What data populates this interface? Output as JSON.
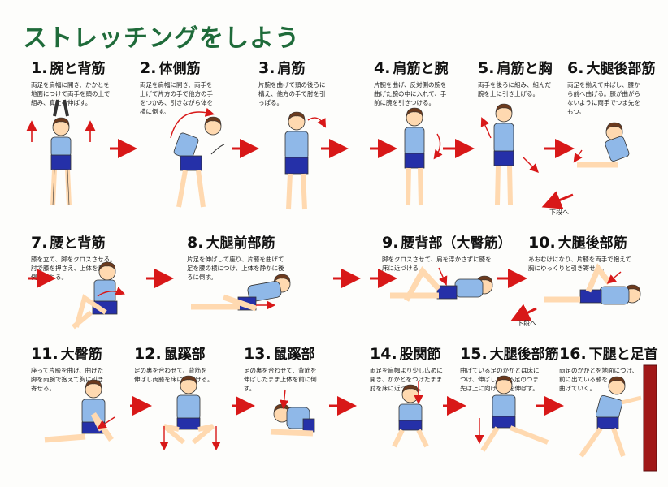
{
  "page_title": "ストレッチングをしよう",
  "colors": {
    "title": "#1f6b3a",
    "arrow": "#d81818",
    "shirt": "#8fb8e8",
    "shorts": "#2530a8",
    "skin": "#ffd9b0",
    "hair": "#6b3a1e",
    "bar": "#a01818"
  },
  "steps": [
    {
      "num": "1.",
      "label": "腕と背筋",
      "desc": [
        "両足を肩幅に開き、かかとを",
        "地面につけて両手を頭の上で",
        "組み、真上へ伸ばす。"
      ]
    },
    {
      "num": "2.",
      "label": "体側筋",
      "desc": [
        "両足を肩幅に開き、両手を",
        "上げて片方の手で他方の手",
        "をつかみ、引きながら体を",
        "横に倒す。"
      ]
    },
    {
      "num": "3.",
      "label": "肩筋",
      "desc": [
        "片腕を曲げて頭の後ろに",
        "構え、他方の手で肘を引",
        "っぱる。"
      ]
    },
    {
      "num": "4.",
      "label": "肩筋と腕",
      "desc": [
        "片腕を曲げ、反対側の腕を",
        "曲げた腕の中に入れて、手",
        "前に腕を引きつける。"
      ]
    },
    {
      "num": "5.",
      "label": "肩筋と胸",
      "desc": [
        "両手を後ろに組み、組んだ",
        "腕を上に引き上げる。"
      ]
    },
    {
      "num": "6.",
      "label": "大腿後部筋",
      "desc": [
        "両足を揃えて伸ばし、腰か",
        "ら前へ曲げる。膝が曲がら",
        "ないように両手でつま先を",
        "もつ。"
      ]
    },
    {
      "num": "7.",
      "label": "腰と背筋",
      "desc": [
        "膝を立て、脚をクロスさせる。",
        "肘で膝を押さえ、上体を反対",
        "側にひねる。"
      ]
    },
    {
      "num": "8.",
      "label": "大腿前部筋",
      "desc": [
        "片足を伸ばして座り、片膝を曲げて",
        "足を腰の横につけ、上体を静かに後",
        "ろに倒す。"
      ]
    },
    {
      "num": "9.",
      "label": "腰背部（大臀筋）",
      "desc": [
        "脚をクロスさせて、肩を浮かさずに膝を",
        "床に近づける。"
      ]
    },
    {
      "num": "10.",
      "label": "大腿後部筋",
      "desc": [
        "あおむけになり、片膝を両手で抱えて",
        "胸にゆっくりと引き寄せる。"
      ]
    },
    {
      "num": "11.",
      "label": "大臀筋",
      "desc": [
        "座って片膝を曲げ、曲げた",
        "脚を両腕で抱えて胸に引き",
        "寄せる。"
      ]
    },
    {
      "num": "12.",
      "label": "鼠蹊部",
      "desc": [
        "足の裏を合わせて、背筋を",
        "伸ばし両膝を床に近づける。"
      ]
    },
    {
      "num": "13.",
      "label": "鼠蹊部",
      "desc": [
        "足の裏を合わせて、背筋を",
        "伸ばしたまま上体を前に倒",
        "す。"
      ]
    },
    {
      "num": "14.",
      "label": "股関節",
      "desc": [
        "両足を肩幅より少し広めに",
        "開き、かかとをつけたまま",
        "肘を床に近づける。"
      ]
    },
    {
      "num": "15.",
      "label": "大腿後部筋",
      "desc": [
        "曲げている足のかかとは床に",
        "つけ、伸ばしている足のつま",
        "先は上に向けて膝を伸ばす。"
      ]
    },
    {
      "num": "16.",
      "label": "下腿と足首",
      "desc": [
        "両足のかかとを地面につけ、",
        "前に出ている膝を",
        "曲げていく。"
      ]
    }
  ],
  "next_row_notes": [
    "下段へ",
    "下段へ"
  ]
}
